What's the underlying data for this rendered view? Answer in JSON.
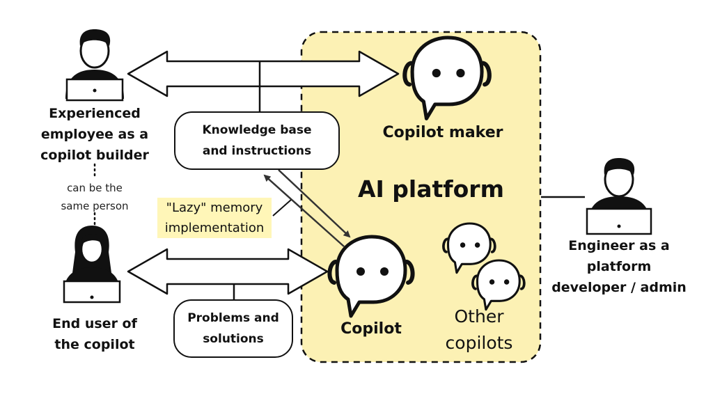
{
  "colors": {
    "platform_fill": "#fcf1b4",
    "highlight_fill": "#fff6b8",
    "stroke": "#111111"
  },
  "actors": {
    "builder": {
      "label": "Experienced\nemployee as a\ncopilot builder",
      "icon": "person-with-laptop-icon"
    },
    "end_user": {
      "label": "End user of\nthe copilot",
      "icon": "woman-with-laptop-icon"
    },
    "engineer": {
      "label": "Engineer as a\nplatform\ndeveloper / admin",
      "icon": "person-with-laptop-icon"
    }
  },
  "same_person_note": "can be the\nsame person",
  "boxes": {
    "knowledge": "Knowledge base\nand instructions",
    "problems": "Problems and\nsolutions"
  },
  "memory_note": "\"Lazy\" memory\nimplementation",
  "platform": {
    "title": "AI platform",
    "copilot_maker": "Copilot maker",
    "copilot": "Copilot",
    "other_copilots": "Other\ncopilots"
  }
}
